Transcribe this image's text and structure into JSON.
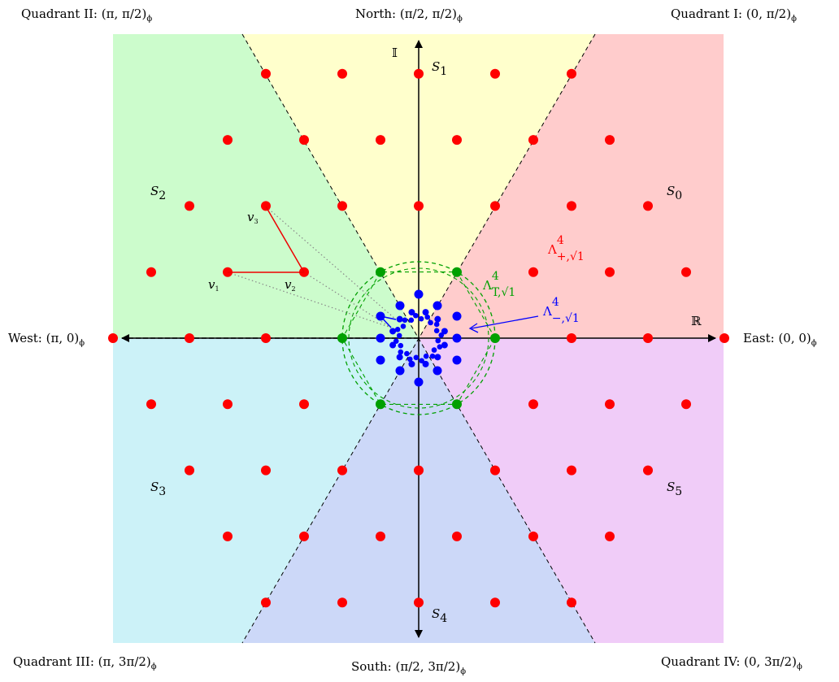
{
  "corner_labels": {
    "q2": {
      "text": "Quadrant II: (π, π/2)",
      "sub": "ϕ"
    },
    "north": {
      "text": "North: (π/2, π/2)",
      "sub": "ϕ"
    },
    "q1": {
      "text": "Quadrant I: (0, π/2)",
      "sub": "ϕ"
    },
    "west": {
      "text": "West: (π, 0)",
      "sub": "ϕ"
    },
    "east": {
      "text": "East: (0, 0)",
      "sub": "ϕ"
    },
    "q3": {
      "text": "Quadrant III: (π, 3π/2)",
      "sub": "ϕ"
    },
    "south": {
      "text": "South: (π/2, 3π/2)",
      "sub": "ϕ"
    },
    "q4": {
      "text": "Quadrant IV: (0, 3π/2)",
      "sub": "ϕ"
    }
  },
  "axes": {
    "real": "ℝ",
    "imag": "𝕀"
  },
  "sectors": [
    {
      "label": "S",
      "index": "0",
      "color": "#ffcccc"
    },
    {
      "label": "S",
      "index": "1",
      "color": "#ffffcc"
    },
    {
      "label": "S",
      "index": "2",
      "color": "#ccfccc"
    },
    {
      "label": "S",
      "index": "3",
      "color": "#ccf2f8"
    },
    {
      "label": "S",
      "index": "4",
      "color": "#ccd8f8"
    },
    {
      "label": "S",
      "index": "5",
      "color": "#f0ccf8"
    }
  ],
  "lattices": {
    "plus": {
      "base": "Λ",
      "sup": "4",
      "sub": "+,√1",
      "color": "#ff0000"
    },
    "T": {
      "base": "Λ",
      "sup": "4",
      "sub": "T,√1",
      "color": "#00a000"
    },
    "minus": {
      "base": "Λ",
      "sup": "4",
      "sub": "−,√1",
      "color": "#0000ff"
    }
  },
  "vectors": [
    {
      "label": "v",
      "index": "1"
    },
    {
      "label": "v",
      "index": "2"
    },
    {
      "label": "v",
      "index": "3"
    }
  ]
}
